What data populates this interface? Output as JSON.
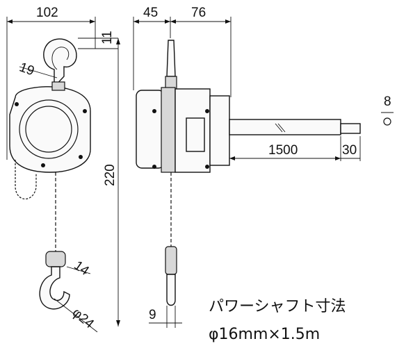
{
  "dimensions": {
    "width_overall": "102",
    "hook_offset_top": "11",
    "hook_throat": "19",
    "height_total": "220",
    "hook_bottom_opening": "14",
    "hook_pin_dia": "φ24",
    "side_left_width": "45",
    "side_right_width": "76",
    "shaft_length": "1500",
    "shaft_end": "30",
    "shaft_dia_small": "8",
    "bottom_hook_width": "9"
  },
  "caption": {
    "line1": "パワーシャフト寸法",
    "line2": "φ16mm×1.5m"
  }
}
